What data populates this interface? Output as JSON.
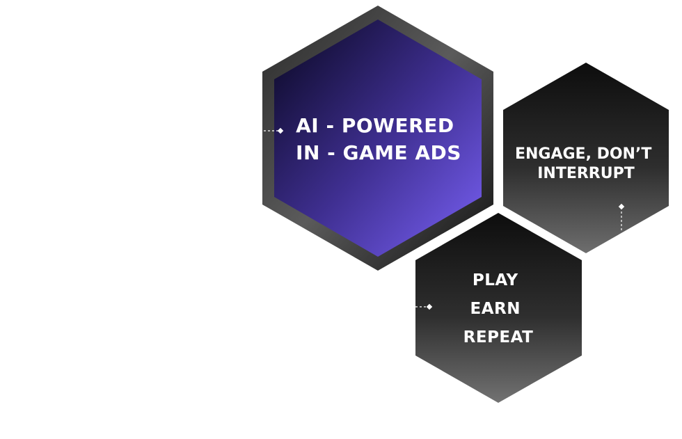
{
  "hexagons": {
    "main": {
      "lines": [
        "AI - POWERED",
        "IN - GAME ADS"
      ],
      "gradient": [
        "#17103a",
        "#3f2f91",
        "#7059e6"
      ]
    },
    "engage": {
      "lines": [
        "ENGAGE, DON’T",
        "INTERRUPT"
      ]
    },
    "play": {
      "lines": [
        "PLAY",
        "EARN",
        "REPEAT"
      ]
    }
  }
}
